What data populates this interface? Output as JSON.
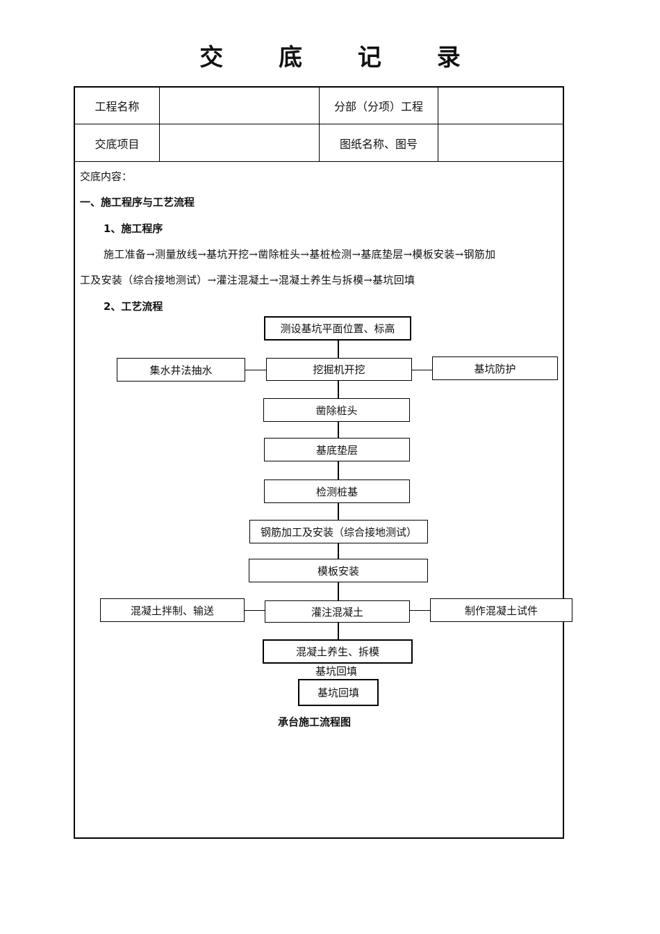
{
  "title": "交 底 记 录",
  "header": {
    "project_name_label": "工程名称",
    "project_name_value": "",
    "sub_project_label": "分部（分项）工程",
    "sub_project_value": "",
    "item_label": "交底项目",
    "item_value": "",
    "drawing_label": "图纸名称、图号",
    "drawing_value": ""
  },
  "content": {
    "intro": "交底内容：",
    "section1": "一、施工程序与工艺流程",
    "sub1": "1、施工程序",
    "sequence_line1": "施工准备→测量放线→基坑开挖→凿除桩头→基桩检测→基底垫层→模板安装→钢筋加",
    "sequence_line2": "工及安装（综合接地测试）→灌注混凝土→混凝土养生与拆模→基坑回填",
    "sub2": "2、工艺流程"
  },
  "flow": {
    "step1": "测设基坑平面位置、标高",
    "step2": "挖掘机开挖",
    "step2_left": "集水井法抽水",
    "step2_right": "基坑防护",
    "step3": "凿除桩头",
    "step4": "基底垫层",
    "step5": "检测桩基",
    "step6": "钢筋加工及安装（综合接地测试）",
    "step7": "模板安装",
    "step8": "灌注混凝土",
    "step8_left": "混凝土拌制、输送",
    "step8_right": "制作混凝土试件",
    "step9": "混凝土养生、拆模",
    "step9_overflow": "基坑回填",
    "step10": "基坑回填",
    "caption": "承台施工流程图"
  }
}
